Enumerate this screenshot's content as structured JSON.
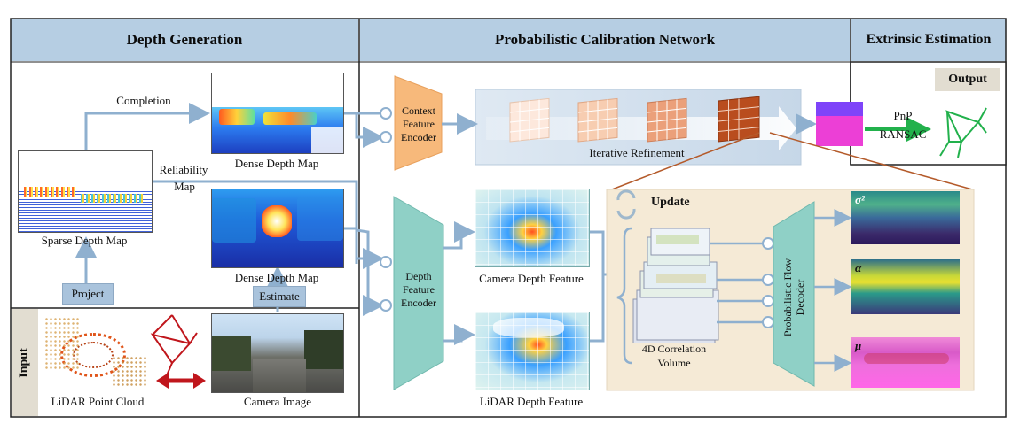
{
  "sections": {
    "depth_generation": "Depth Generation",
    "calibration_network": "Probabilistic Calibration Network",
    "extrinsic_estimation": "Extrinsic Estimation"
  },
  "depth": {
    "completion": "Completion",
    "dense_depth_map_top": "Dense Depth Map",
    "reliability_map_line1": "Reliability",
    "reliability_map_line2": "Map",
    "sparse_depth_map": "Sparse Depth Map",
    "dense_depth_map_bottom": "Dense Depth Map",
    "project": "Project",
    "estimate": "Estimate"
  },
  "input": {
    "tag": "Input",
    "lidar_point_cloud": "LiDAR Point Cloud",
    "camera_image": "Camera Image"
  },
  "network": {
    "context_encoder_line1": "Context",
    "context_encoder_line2": "Feature",
    "context_encoder_line3": "Encoder",
    "iterative_refinement": "Iterative Refinement",
    "depth_encoder_line1": "Depth",
    "depth_encoder_line2": "Feature",
    "depth_encoder_line3": "Encoder",
    "camera_depth_feature": "Camera Depth Feature",
    "lidar_depth_feature": "LiDAR Depth Feature",
    "update": "Update",
    "correlation_line1": "4D Correlation",
    "correlation_line2": "Volume",
    "flow_decoder_line1": "Probabilistic Flow",
    "flow_decoder_line2": "Decoder",
    "sigma_label": "σ²",
    "alpha_label": "α",
    "mu_label": "μ"
  },
  "extrinsic": {
    "output": "Output",
    "pnp": "PnP",
    "ransac": "RANSAC"
  },
  "colors": {
    "header_bg": "#b6cee3",
    "line_blue": "#8fb0cf",
    "context_encoder": "#f7b97b",
    "depth_encoder": "#8fd0c6",
    "update_panel": "#f5ead6",
    "output_green": "#22b14c",
    "pose_red": "#c0161c"
  }
}
